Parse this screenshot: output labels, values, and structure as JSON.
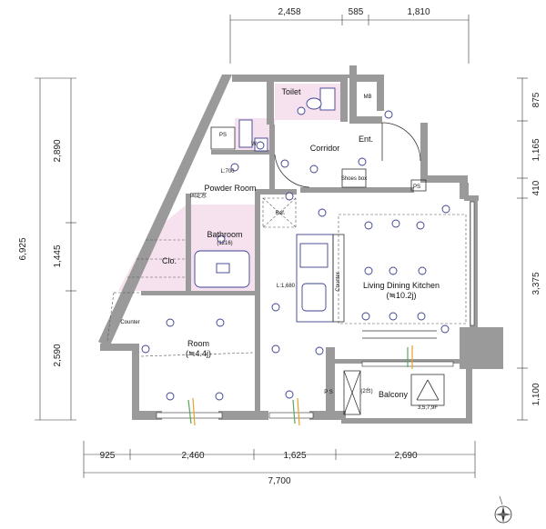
{
  "dimensions": {
    "top": [
      "2,458",
      "585",
      "1,810"
    ],
    "bottom": [
      "925",
      "2,460",
      "1,625",
      "2,690"
    ],
    "bottom_total": "7,700",
    "left": [
      "2,890",
      "1,445",
      "2,590"
    ],
    "left_total": "6,925",
    "right": [
      "875",
      "1,165",
      "410",
      "3,375",
      "1,100"
    ]
  },
  "rooms": {
    "toilet": "Toilet",
    "mb": "MB",
    "ps_top": "PS",
    "corridor": "Corridor",
    "entrance": "Ent.",
    "shoes_box": "Shoes box",
    "ps_right": "PS",
    "powder_room": "Powder Room",
    "laundry": "W",
    "bathroom": "Bathroom",
    "bathroom_size": "(1216)",
    "fixed_window": "固定窓",
    "closet": "Clo.",
    "refrigerator": "Ref.",
    "ldk": "Living Dining Kitchen",
    "ldk_size": "(≒10.2j)",
    "counter_kitchen": "Counter",
    "room": "Room",
    "room_size": "(≒4.4j)",
    "counter_room": "Counter",
    "balcony": "Balcony",
    "ps_balcony": "P S",
    "ac_unit": "(2台)",
    "hatch": "3,5,7,9F",
    "powder_l": "L:700",
    "kitchen_l": "L:1,680"
  },
  "colors": {
    "wall": "#9a9a9a",
    "wet_area": "#f6e2ee",
    "fixture": "#3a3f8f"
  },
  "icons": [
    "compass-icon",
    "light-fixture-icon",
    "outlet-icon",
    "ventilation-icon",
    "switch-icon"
  ]
}
